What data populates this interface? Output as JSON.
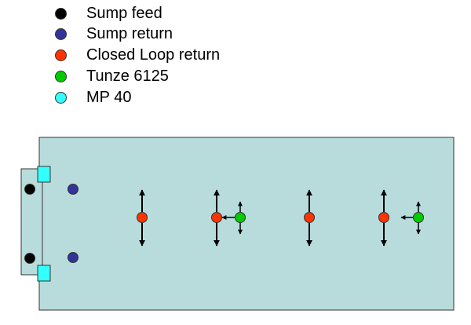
{
  "legend": [
    {
      "label": "Sump feed",
      "color": "#000000",
      "icon": "black-dot-icon"
    },
    {
      "label": "Sump return",
      "color": "#333399",
      "icon": "blue-dot-icon"
    },
    {
      "label": "Closed Loop return",
      "color": "#ff3300",
      "icon": "red-dot-icon"
    },
    {
      "label": "Tunze 6125",
      "color": "#00cc00",
      "icon": "green-dot-icon"
    },
    {
      "label": "MP 40",
      "color": "#33ffff",
      "icon": "cyan-dot-icon"
    }
  ],
  "colors": {
    "tank_fill": "#b8dcdc",
    "outline": "#333333",
    "arrow": "#000000"
  }
}
